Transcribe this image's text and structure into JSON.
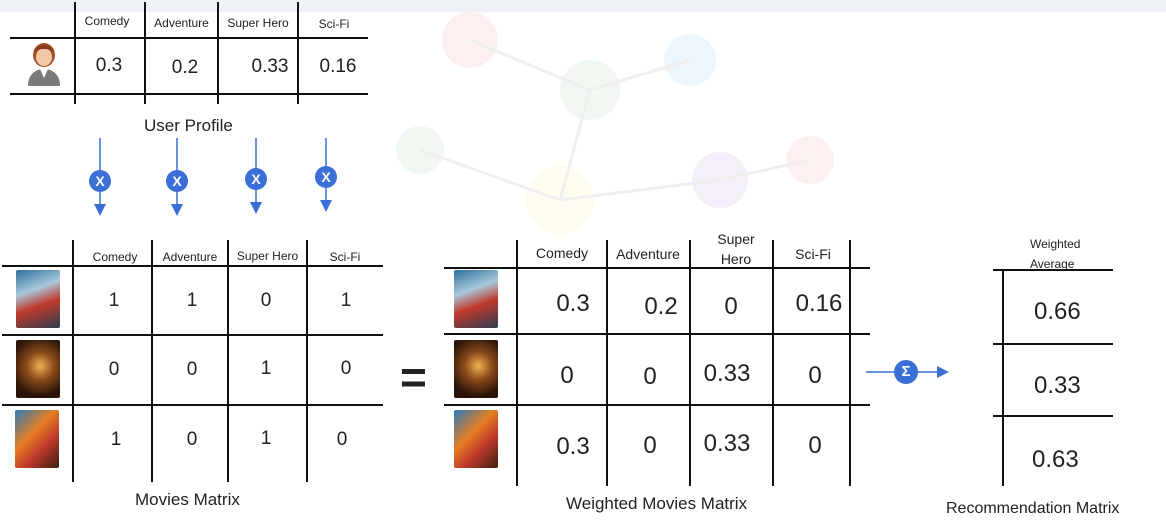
{
  "user_profile": {
    "headers": [
      "Comedy",
      "Adventure",
      "Super Hero",
      "Sci-Fi"
    ],
    "values": [
      "0.3",
      "0.2",
      "0.33",
      "0.16"
    ],
    "caption": "User Profile",
    "avatar_icon": "user-avatar-icon"
  },
  "multiply": {
    "symbol": "X",
    "icon": "multiply-icon"
  },
  "movies_matrix": {
    "headers": [
      "Comedy",
      "Adventure",
      "Super Hero",
      "Sci-Fi"
    ],
    "rows": [
      [
        "1",
        "1",
        "0",
        "1"
      ],
      [
        "0",
        "0",
        "1",
        "0"
      ],
      [
        "1",
        "0",
        "1",
        "0"
      ]
    ],
    "caption": "Movies Matrix"
  },
  "equals": "=",
  "weighted_matrix": {
    "headers": [
      "Comedy",
      "Adventure",
      "Super",
      "Hero",
      "Sci-Fi"
    ],
    "rows": [
      [
        "0.3",
        "0.2",
        "0",
        "0.16"
      ],
      [
        "0",
        "0",
        "0.33",
        "0"
      ],
      [
        "0.3",
        "0",
        "0.33",
        "0"
      ]
    ],
    "caption": "Weighted Movies Matrix"
  },
  "sum": {
    "symbol": "Σ",
    "icon": "sigma-icon"
  },
  "recommendation_matrix": {
    "header_line1": "Weighted",
    "header_line2": "Average",
    "values": [
      "0.66",
      "0.33",
      "0.63"
    ],
    "caption": "Recommendation Matrix"
  },
  "colors": {
    "accent_blue": "#3b6fd8",
    "line": "#111111",
    "text": "#222222"
  }
}
